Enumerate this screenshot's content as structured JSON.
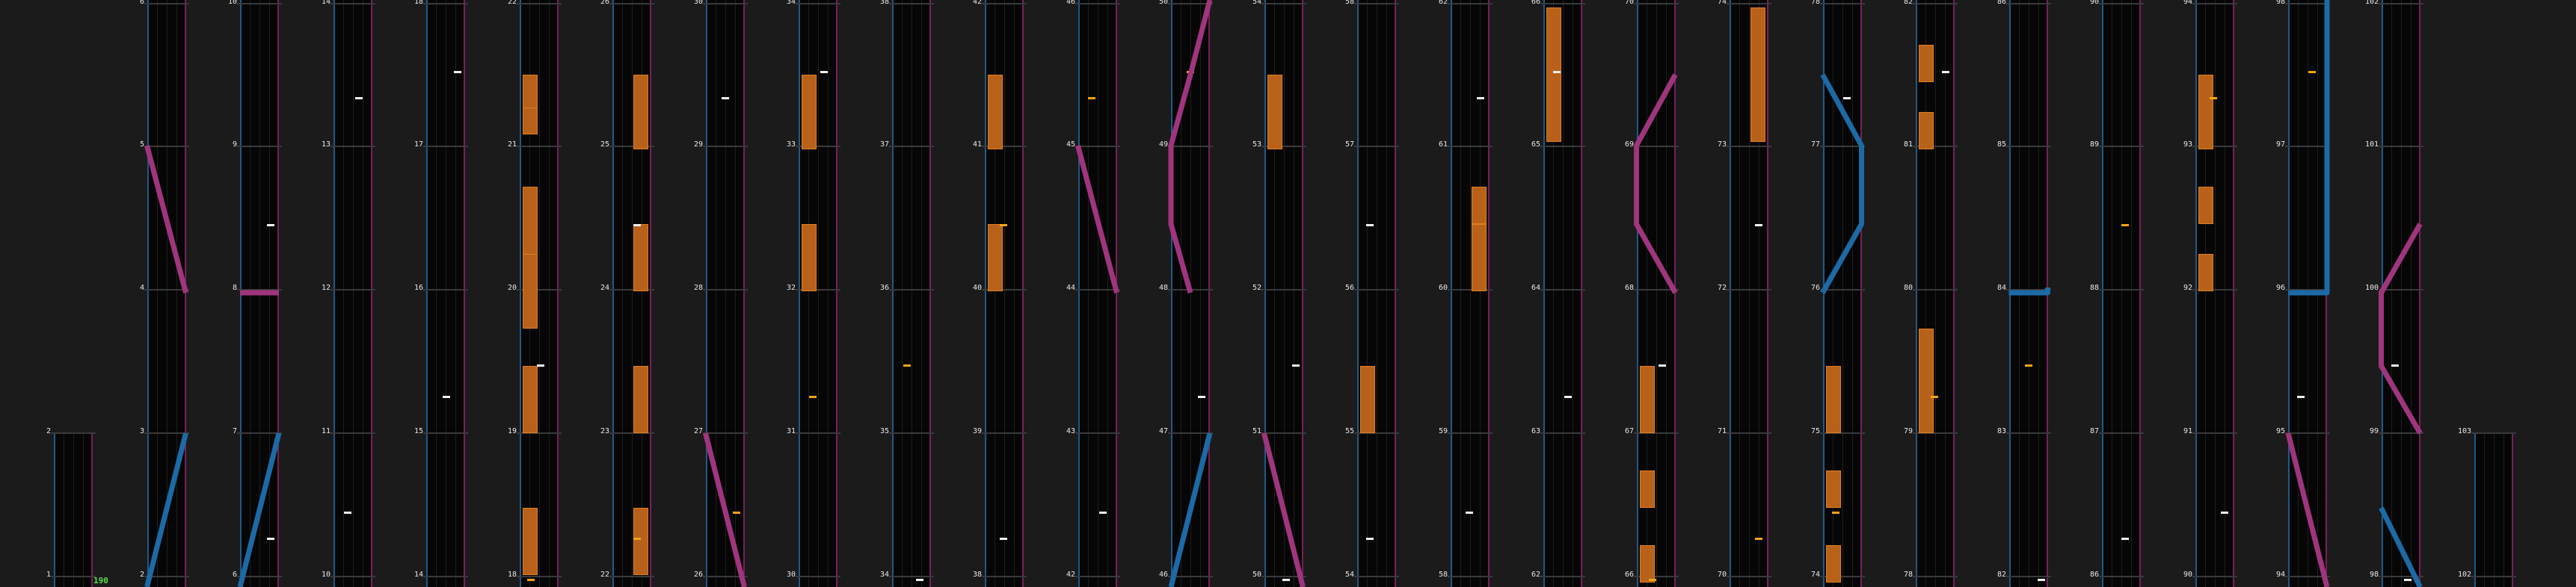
{
  "bpm_label": "190",
  "colors": {
    "background": "#1b1b1b",
    "lane_bg": "#060606",
    "left_rail": "#1f5a86",
    "right_rail": "#7a1f5a",
    "hold": "#b8611a",
    "blue_slide": "#1c6aa6",
    "pink_slide": "#a0357e",
    "orange_note": "#f2a515",
    "white_note": "#f0f0f0"
  },
  "columns": [
    {
      "index": 0,
      "labels": [
        "2",
        "1"
      ]
    },
    {
      "index": 1,
      "labels": [
        "6",
        "5",
        "4",
        "3",
        "2"
      ]
    },
    {
      "index": 2,
      "labels": [
        "10",
        "9",
        "8",
        "7",
        "6"
      ]
    },
    {
      "index": 3,
      "labels": [
        "14",
        "13",
        "12",
        "11",
        "10"
      ]
    },
    {
      "index": 4,
      "labels": [
        "18",
        "17",
        "16",
        "15",
        "14"
      ]
    },
    {
      "index": 5,
      "labels": [
        "22",
        "21",
        "20",
        "19",
        "18"
      ]
    },
    {
      "index": 6,
      "labels": [
        "26",
        "25",
        "24",
        "23",
        "22"
      ]
    },
    {
      "index": 7,
      "labels": [
        "30",
        "29",
        "28",
        "27",
        "26"
      ]
    },
    {
      "index": 8,
      "labels": [
        "34",
        "33",
        "32",
        "31",
        "30"
      ]
    },
    {
      "index": 9,
      "labels": [
        "38",
        "37",
        "36",
        "35",
        "34"
      ]
    },
    {
      "index": 10,
      "labels": [
        "42",
        "41",
        "40",
        "39",
        "38"
      ]
    },
    {
      "index": 11,
      "labels": [
        "46",
        "45",
        "44",
        "43",
        "42"
      ]
    },
    {
      "index": 12,
      "labels": [
        "50",
        "49",
        "48",
        "47",
        "46"
      ]
    },
    {
      "index": 13,
      "labels": [
        "54",
        "53",
        "52",
        "51",
        "50"
      ]
    },
    {
      "index": 14,
      "labels": [
        "58",
        "57",
        "56",
        "55",
        "54"
      ]
    },
    {
      "index": 15,
      "labels": [
        "62",
        "61",
        "60",
        "59",
        "58"
      ]
    },
    {
      "index": 16,
      "labels": [
        "66",
        "65",
        "64",
        "63",
        "62"
      ]
    },
    {
      "index": 17,
      "labels": [
        "70",
        "69",
        "68",
        "67",
        "66"
      ]
    },
    {
      "index": 18,
      "labels": [
        "74",
        "73",
        "72",
        "71",
        "70"
      ]
    },
    {
      "index": 19,
      "labels": [
        "78",
        "77",
        "76",
        "75",
        "74"
      ]
    },
    {
      "index": 20,
      "labels": [
        "82",
        "81",
        "80",
        "79",
        "78"
      ]
    },
    {
      "index": 21,
      "labels": [
        "86",
        "85",
        "84",
        "83",
        "82"
      ]
    },
    {
      "index": 22,
      "labels": [
        "90",
        "89",
        "88",
        "87",
        "86"
      ]
    },
    {
      "index": 23,
      "labels": [
        "94",
        "93",
        "92",
        "91",
        "90"
      ]
    },
    {
      "index": 24,
      "labels": [
        "98",
        "97",
        "96",
        "95",
        "94"
      ]
    },
    {
      "index": 25,
      "labels": [
        "102",
        "101",
        "100",
        "99",
        "98"
      ]
    },
    {
      "index": 26,
      "labels": [
        "103",
        "102"
      ]
    }
  ]
}
